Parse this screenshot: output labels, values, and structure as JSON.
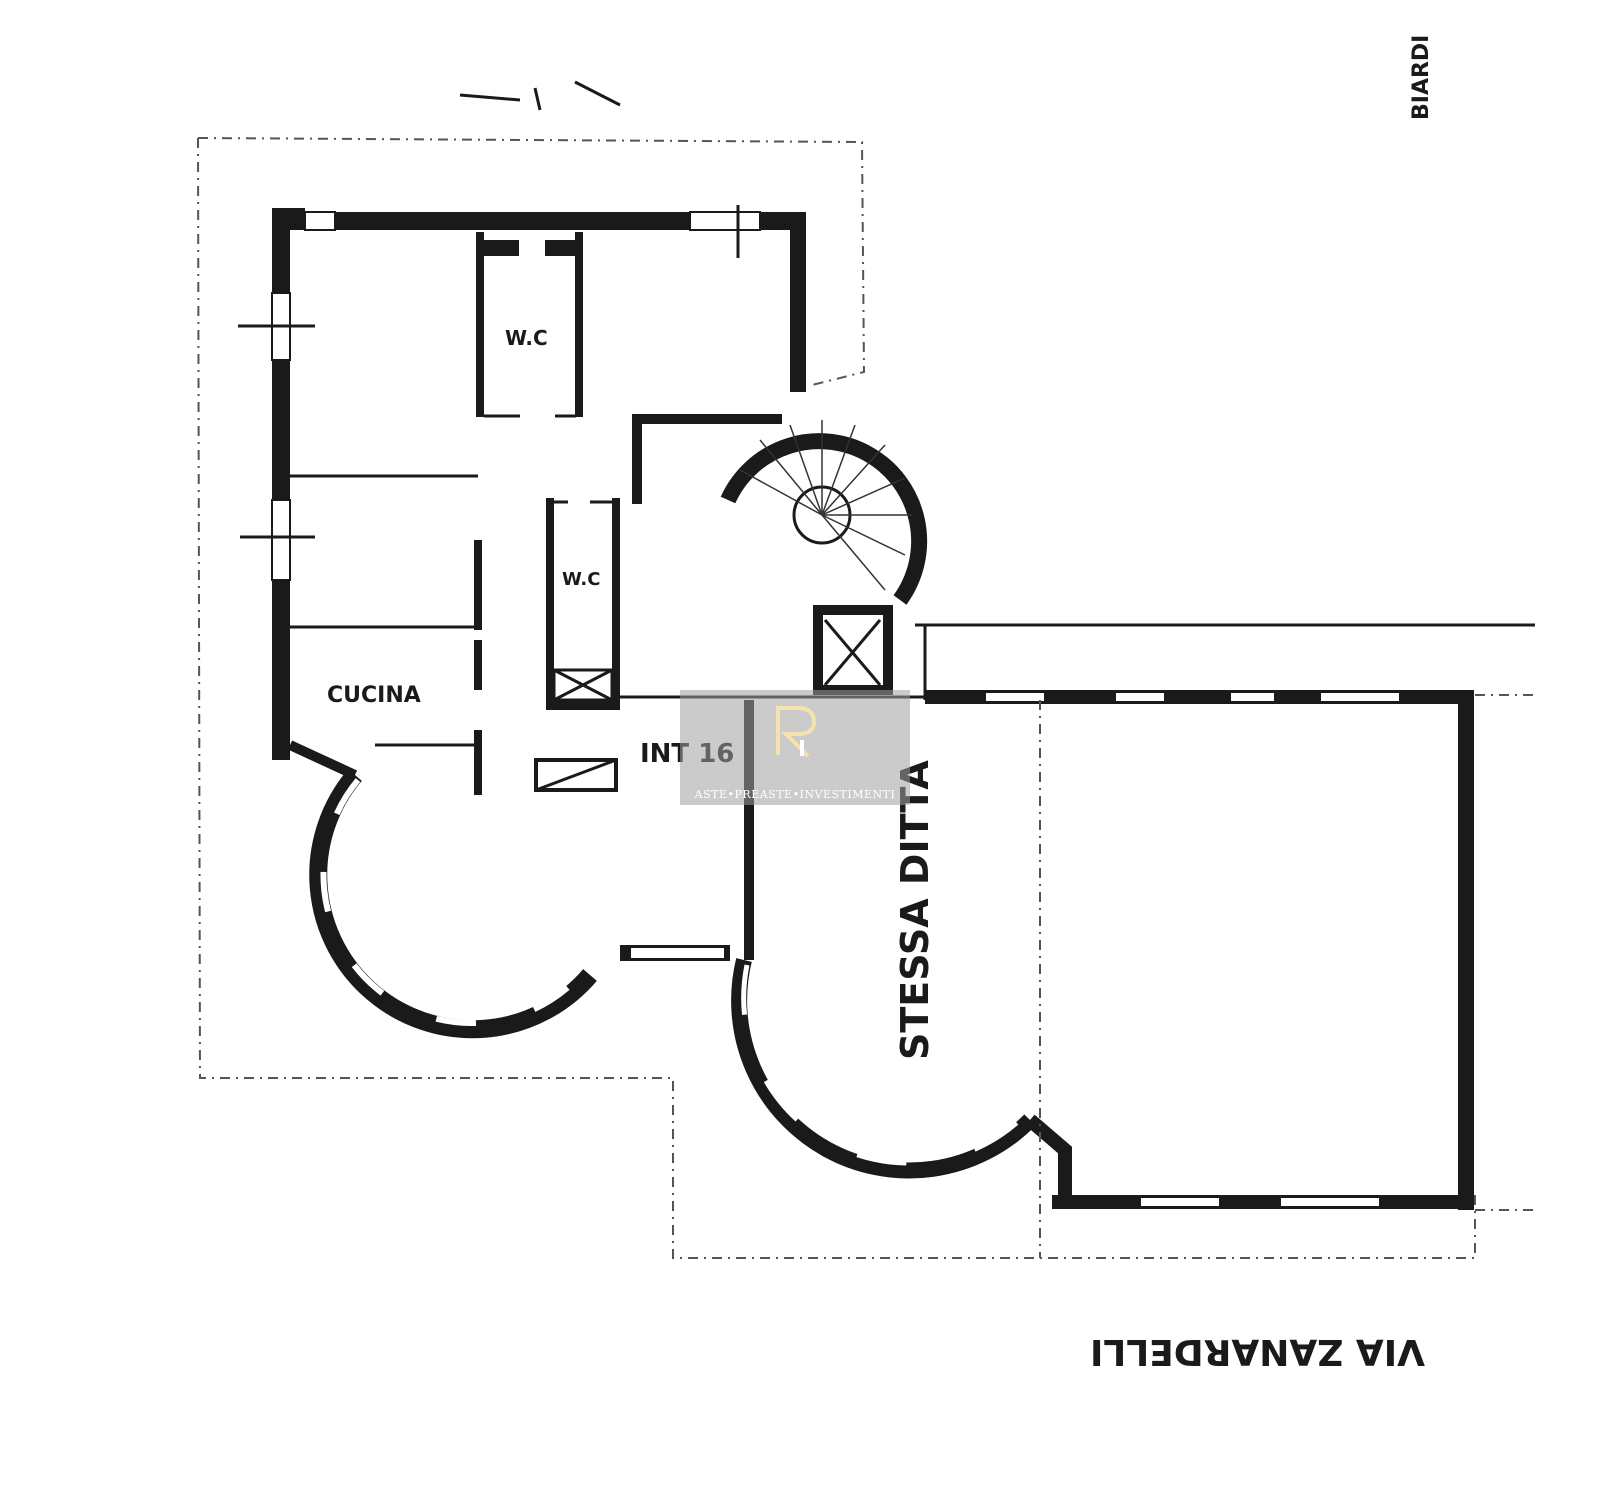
{
  "labels": {
    "wc_upper": "W.C",
    "wc_lower": "W.C",
    "kitchen": "CUCINA",
    "unit": "INT 16",
    "same_owner": "STESSA DITTA",
    "street": "VIA ZANARDELLI",
    "top_right": "BIARDI"
  },
  "watermark": {
    "text": "ASTE•PREASTE•INVESTIMENTI",
    "logo": "R-monogram-logo"
  }
}
